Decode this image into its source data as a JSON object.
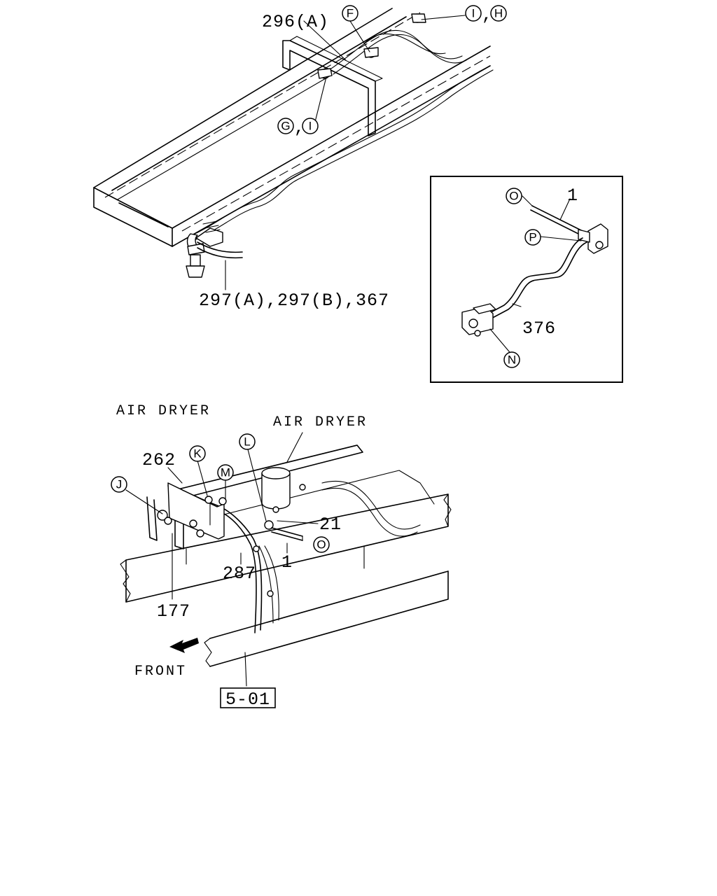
{
  "top_view": {
    "callouts": {
      "part_296a": "296(A)",
      "part_297": "297(A),297(B),367"
    },
    "circle_refs": {
      "f": "F",
      "i_top": "I",
      "h": "H",
      "g": "G",
      "i_mid": "I"
    },
    "separators": {
      "ih_comma": ",",
      "gi_comma": ","
    }
  },
  "inset": {
    "callouts": {
      "part_1": "1",
      "part_376": "376"
    },
    "circle_refs": {
      "o": "O",
      "p": "P",
      "n": "N"
    }
  },
  "bottom_view": {
    "section_title": "AIR DRYER",
    "air_dryer_label": "AIR DRYER",
    "callouts": {
      "part_262": "262",
      "part_21": "21",
      "part_1": "1",
      "part_287": "287",
      "part_177": "177"
    },
    "circle_refs": {
      "j": "J",
      "k": "K",
      "m": "M",
      "l": "L",
      "o": "O"
    },
    "front_label": "FRONT",
    "reference_box": "5-01"
  }
}
